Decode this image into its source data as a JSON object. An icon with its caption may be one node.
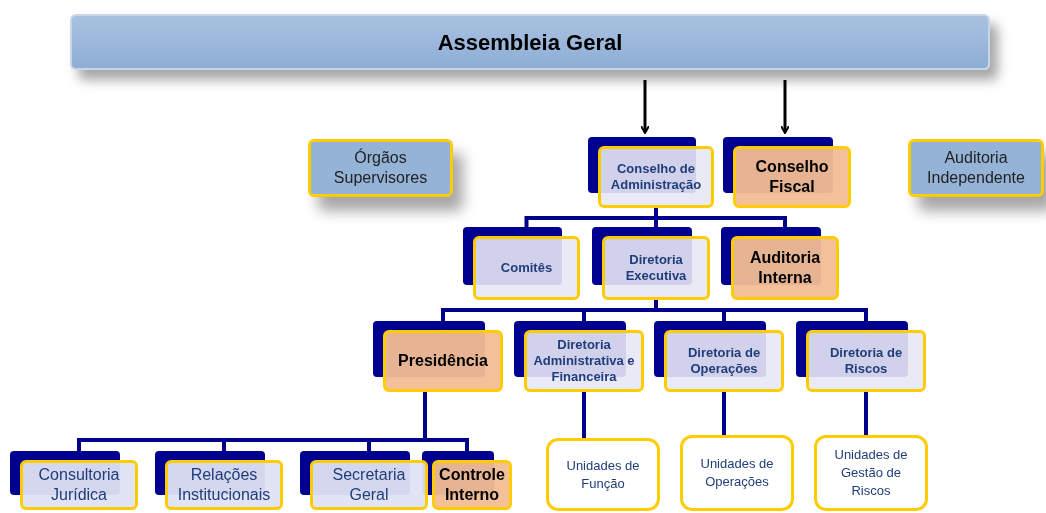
{
  "diagram": {
    "nodes": [
      {
        "text": [
          "Assembleia Geral"
        ]
      },
      {
        "text": [
          "Órgãos Supervisores"
        ]
      },
      {
        "text": [
          "Conselho de Administração"
        ]
      },
      {
        "text": [
          "Conselho Fiscal"
        ]
      },
      {
        "text": [
          "Auditoria Independente"
        ]
      },
      {
        "text": [
          "Comitês"
        ]
      },
      {
        "text": [
          "Diretoria Executiva"
        ]
      },
      {
        "text": [
          "Auditoria Interna"
        ]
      },
      {
        "text": [
          "Presidência"
        ]
      },
      {
        "text": [
          "Diretoria Administrativa e Financeira"
        ]
      },
      {
        "text": [
          "Diretoria de Operações"
        ]
      },
      {
        "text": [
          "Diretoria de Riscos"
        ]
      },
      {
        "text": [
          "Consultoria Jurídica"
        ]
      },
      {
        "text": [
          "Relações Institucionais"
        ]
      },
      {
        "text": [
          "Secretaria Geral"
        ]
      },
      {
        "text": [
          "Controle Interno"
        ]
      },
      {
        "text": [
          "Unidades de Função"
        ]
      },
      {
        "text": [
          "Unidades de Operações"
        ]
      },
      {
        "text": [
          "Unidades de Gestão de Riscos"
        ]
      }
    ],
    "edges": [
      {
        "from": 0,
        "to": 2,
        "arrow": "to",
        "color": "#000000"
      },
      {
        "from": 0,
        "to": 3,
        "arrow": "to",
        "color": "#000000"
      },
      {
        "from": 2,
        "to": 5,
        "arrow": "none"
      },
      {
        "from": 2,
        "to": 6,
        "arrow": "none"
      },
      {
        "from": 2,
        "to": 7,
        "arrow": "none"
      },
      {
        "from": 6,
        "to": 8,
        "arrow": "none"
      },
      {
        "from": 6,
        "to": 9,
        "arrow": "none"
      },
      {
        "from": 6,
        "to": 10,
        "arrow": "none"
      },
      {
        "from": 6,
        "to": 11,
        "arrow": "none"
      },
      {
        "from": 8,
        "to": 12,
        "arrow": "none"
      },
      {
        "from": 8,
        "to": 13,
        "arrow": "none"
      },
      {
        "from": 8,
        "to": 14,
        "arrow": "none"
      },
      {
        "from": 8,
        "to": 15,
        "arrow": "none"
      },
      {
        "from": 9,
        "to": 16,
        "arrow": "none"
      },
      {
        "from": 10,
        "to": 17,
        "arrow": "none"
      },
      {
        "from": 11,
        "to": 18,
        "arrow": "none"
      }
    ]
  }
}
